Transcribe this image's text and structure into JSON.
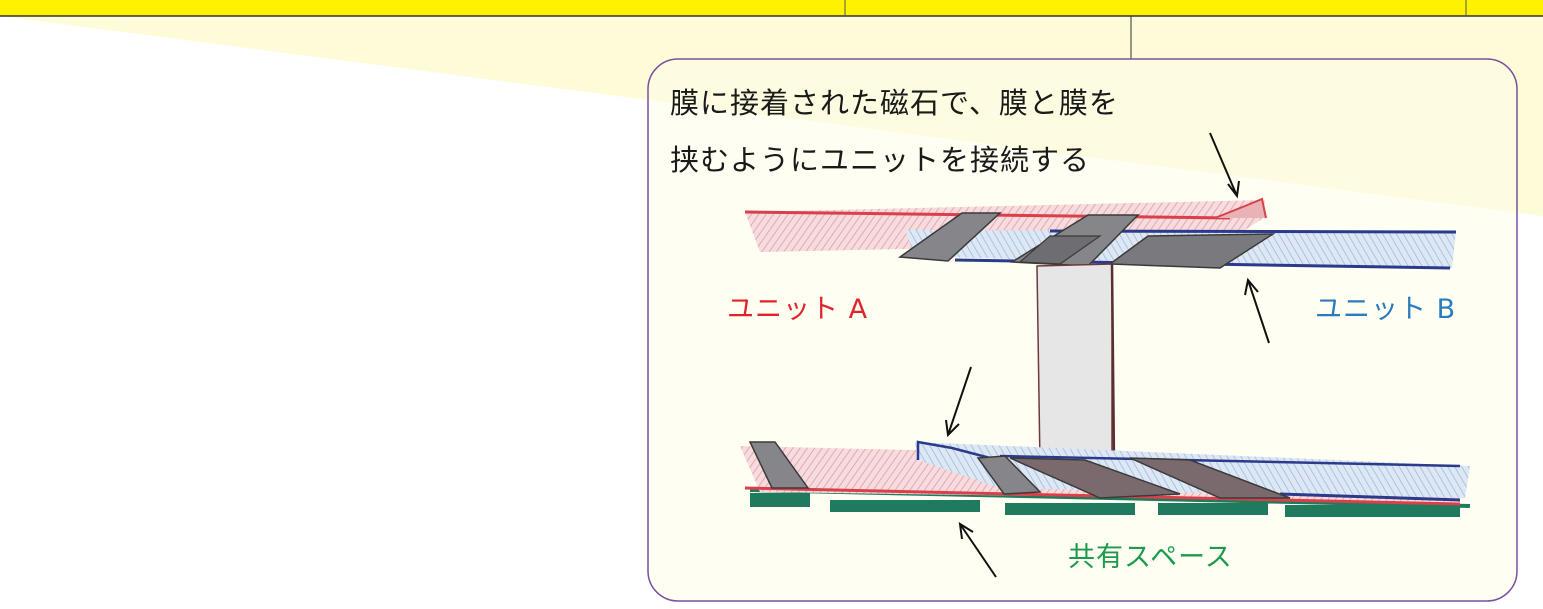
{
  "caption": {
    "line1": "膜に接着された磁石で、膜と膜を",
    "line2": "挟むようにユニットを接続する"
  },
  "labels": {
    "unit_a": "ユニット A",
    "unit_b": "ユニット B",
    "shared_space": "共有スペース"
  },
  "colors": {
    "unit_a": "#e0242c",
    "unit_b": "#2a7bbf",
    "shared_space": "#1e9a4e",
    "frame_border": "#7a4fa0",
    "frame_fill": "#fdfde8",
    "banner": "#fff200",
    "pale_yellow": "#fefbd8",
    "membrane_red": "#d9404a",
    "membrane_blue": "#2c3a8c",
    "magnet": "#7d7d80",
    "floor_green": "#1f7a5e",
    "pillar": "#e6e6e6"
  }
}
